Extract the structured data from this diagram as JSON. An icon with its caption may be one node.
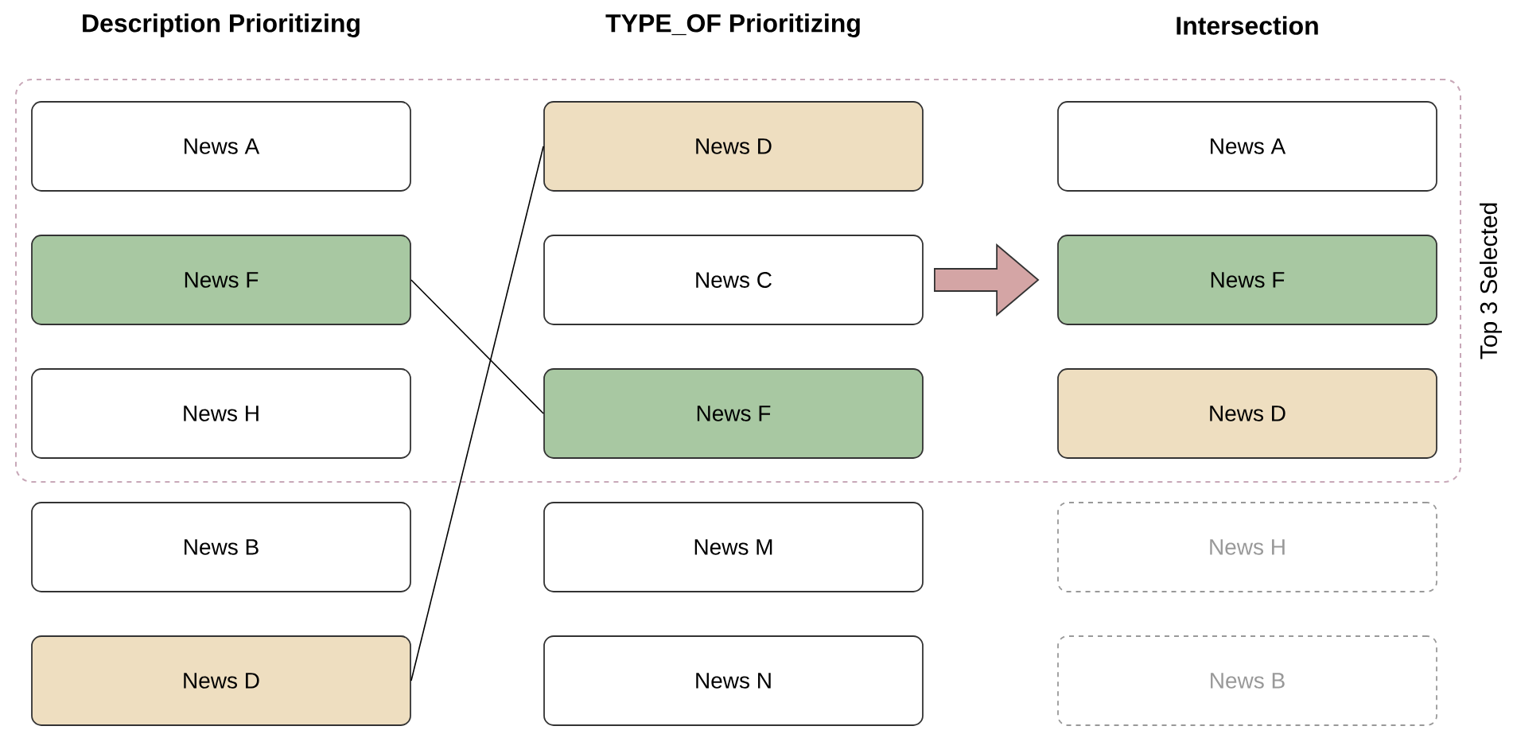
{
  "diagram": {
    "nodes": [
      {
        "text": [
          "Top 3 Selected"
        ]
      },
      {
        "text": [
          "News A"
        ],
        "in": 0
      },
      {
        "text": [
          "News D"
        ],
        "in": 0
      },
      {
        "text": [
          "News A"
        ],
        "in": 0
      },
      {
        "text": [
          "News F"
        ],
        "in": 0
      },
      {
        "text": [
          "News C"
        ],
        "in": 0
      },
      {
        "text": [
          "News F"
        ],
        "in": 0
      },
      {
        "text": [
          "News H"
        ],
        "in": 0
      },
      {
        "text": [
          "News F"
        ],
        "in": 0
      },
      {
        "text": [
          "News D"
        ],
        "in": 0
      },
      {
        "text": [
          "News B"
        ]
      },
      {
        "text": [
          "News M"
        ]
      },
      {
        "text": [
          "News H"
        ]
      },
      {
        "text": [
          "News D"
        ]
      },
      {
        "text": [
          "News N"
        ]
      },
      {
        "text": [
          "News B"
        ]
      }
    ],
    "edges": [
      {
        "from": 4,
        "to": 8,
        "arrow": "none"
      },
      {
        "from": 13,
        "to": 2,
        "arrow": "none"
      },
      {
        "from": 5,
        "to": 6,
        "arrow": "to",
        "style": "thick",
        "color": "#d4a5a5"
      }
    ],
    "labels": [
      "Description Prioritizing",
      "TYPE_OF Prioritizing",
      "Intersection"
    ]
  }
}
